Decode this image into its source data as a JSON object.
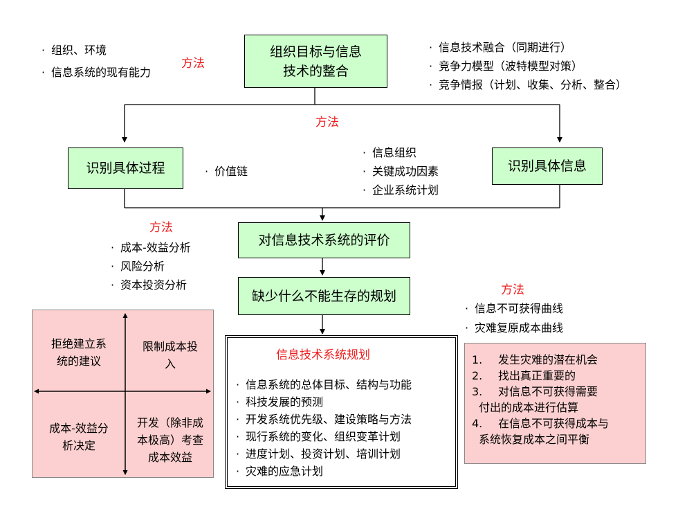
{
  "top_left_items": [
    "组织、环境",
    "信息系统的现有能力"
  ],
  "top_left_method": "方法",
  "goal_box": [
    "组织目标与信息",
    "技术的整合"
  ],
  "top_right_items": [
    "信息技术融合（同期进行）",
    "竞争力模型（波特模型对策）",
    "竞争情报（计划、收集、分析、整合）"
  ],
  "mid_method": "方法",
  "process_box": "识别具体过程",
  "process_note": "价值链",
  "info_items": [
    "信息组织",
    "关键成功因素",
    "企业系统计划"
  ],
  "info_box": "识别具体信息",
  "eval_method": "方法",
  "eval_items": [
    "成本-效益分析",
    "风险分析",
    "资本投资分析"
  ],
  "eval_box": "对信息技术系统的评价",
  "survival_box": "缺少什么不能生存的规划",
  "right_method": "方法",
  "right_items": [
    "信息不可获得曲线",
    "灾难复原成本曲线"
  ],
  "matrix": {
    "top_left": [
      "拒绝建立系",
      "统的建议"
    ],
    "top_right": [
      "限制成本投",
      "入"
    ],
    "bottom_left": [
      "成本-效益分",
      "析决定"
    ],
    "bottom_right": [
      "开发（除非成",
      "本极高）考查",
      "成本效益"
    ]
  },
  "plan": {
    "title": "信息技术系统规划",
    "items": [
      "信息系统的总体目标、结构与功能",
      "科技发展的预测",
      "开发系统优先级、建设策略与方法",
      "现行系统的变化、组织变革计划",
      "进度计划、投资计划、培训计划",
      "灾难的应急计划"
    ]
  },
  "disaster": {
    "items": [
      {
        "num": "1.",
        "lines": [
          "发生灾难的潜在机会"
        ]
      },
      {
        "num": "2.",
        "lines": [
          "找出真正重要的"
        ]
      },
      {
        "num": "3.",
        "lines": [
          "对信息不可获得需要",
          "付出的成本进行估算"
        ]
      },
      {
        "num": "4.",
        "lines": [
          "在信息不可获得成本与",
          "系统恢复成本之间平衡"
        ]
      }
    ]
  },
  "colors": {
    "box_green": "#ccffcc",
    "box_pink": "#fcd0d0",
    "method_red": "#ee1c1c"
  }
}
